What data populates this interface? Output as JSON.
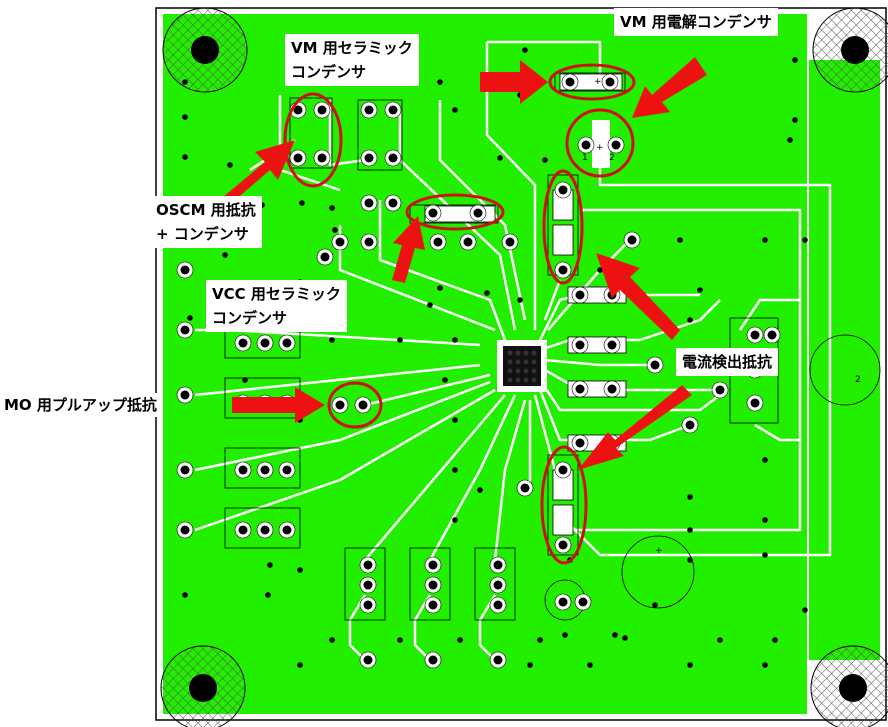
{
  "annotations": {
    "vm_ceramic_cap": [
      "VM 用セラミック",
      "コンデンサ"
    ],
    "vm_electrolytic_cap": "VM 用電解コンデンサ",
    "oscm_resistor_cap": [
      "OSCM 用抵抗",
      "+ コンデンサ"
    ],
    "vcc_ceramic_cap": [
      "VCC 用セラミック",
      "コンデンサ"
    ],
    "mo_pullup_resistor": "MO 用プルアップ抵抗",
    "current_sense_resistor": "電流検出抵抗"
  },
  "silkscreen": {
    "plus": "+",
    "pin1": "1",
    "pin2": "2"
  },
  "colors": {
    "board_copper": "#22ee00",
    "trace": "#ffffff",
    "arrow": "#ee1111",
    "highlight_ring": "#cc1111",
    "hatch": "#444444"
  }
}
